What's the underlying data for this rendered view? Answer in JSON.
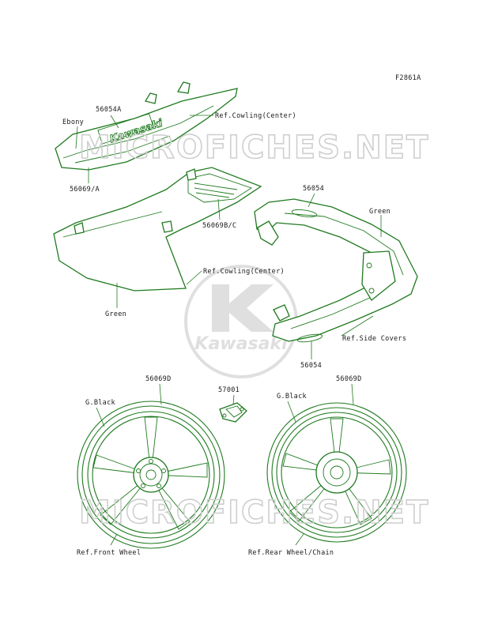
{
  "figure_code": "F2861A",
  "watermark_text": "MICROFICHES.NET",
  "logo_text": "Kawasaki",
  "tail_decal_text": "Kawasaki",
  "line_color": "#1f7a1f",
  "watermark_color": "#cfcfcf",
  "labels": {
    "p56054A": "56054A",
    "ebony": "Ebony",
    "ref_cowling_center_1": "Ref.Cowling(Center)",
    "p56069A": "56069/A",
    "p56069BC": "56069B/C",
    "ref_cowling_center_2": "Ref.Cowling(Center)",
    "green_left": "Green",
    "p56054_top": "56054",
    "green_right": "Green",
    "ref_side_covers": "Ref.Side Covers",
    "p56054_bottom": "56054",
    "p56069D_left": "56069D",
    "p57001": "57001",
    "p56069D_right": "56069D",
    "gblack_left": "G.Black",
    "gblack_right": "G.Black",
    "ref_front_wheel": "Ref.Front Wheel",
    "ref_rear_wheel": "Ref.Rear Wheel/Chain"
  }
}
